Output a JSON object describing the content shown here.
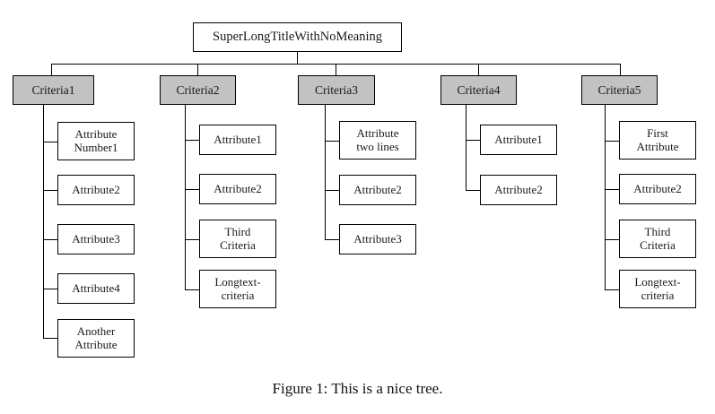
{
  "figure": {
    "caption": "Figure 1:  This is a nice tree.",
    "caption_label": "Figure 1:",
    "caption_text": "This is a nice tree."
  },
  "colors": {
    "criteria_fill": "#c2c2c2",
    "node_fill": "#ffffff",
    "line": "#000000",
    "text": "#1a1a1a",
    "background": "#ffffff"
  },
  "tree": {
    "root": {
      "label": "SuperLongTitleWithNoMeaning"
    },
    "branches": [
      {
        "label": "Criteria1",
        "children": [
          {
            "label": "Attribute\nNumber1"
          },
          {
            "label": "Attribute2"
          },
          {
            "label": "Attribute3"
          },
          {
            "label": "Attribute4"
          },
          {
            "label": "Another\nAttribute"
          }
        ]
      },
      {
        "label": "Criteria2",
        "children": [
          {
            "label": "Attribute1"
          },
          {
            "label": "Attribute2"
          },
          {
            "label": "Third\nCriteria"
          },
          {
            "label": "Longtext-\ncriteria"
          }
        ]
      },
      {
        "label": "Criteria3",
        "children": [
          {
            "label": "Attribute\ntwo lines"
          },
          {
            "label": "Attribute2"
          },
          {
            "label": "Attribute3"
          }
        ]
      },
      {
        "label": "Criteria4",
        "children": [
          {
            "label": "Attribute1"
          },
          {
            "label": "Attribute2"
          }
        ]
      },
      {
        "label": "Criteria5",
        "children": [
          {
            "label": "First\nAttribute"
          },
          {
            "label": "Attribute2"
          },
          {
            "label": "Third\nCriteria"
          },
          {
            "label": "Longtext-\ncriteria"
          }
        ]
      }
    ]
  }
}
